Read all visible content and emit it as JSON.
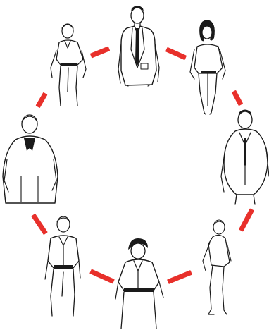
{
  "scene": {
    "subject": "circle-of-eight-sketched-figures",
    "background_color": "#ffffff",
    "ink_color": "#1a1a1a",
    "accent_color": "#e8302b",
    "figures": [
      {
        "key": "top",
        "icon": "man-in-suit-figure"
      },
      {
        "key": "top-right",
        "icon": "woman-in-blouse-figure"
      },
      {
        "key": "right",
        "icon": "heavy-man-in-vest-figure"
      },
      {
        "key": "bottom-right",
        "icon": "thin-man-side-view-figure"
      },
      {
        "key": "bottom",
        "icon": "woman-in-dress-figure"
      },
      {
        "key": "bottom-left",
        "icon": "man-in-shirt-figure"
      },
      {
        "key": "left",
        "icon": "heavy-woman-figure"
      },
      {
        "key": "top-left",
        "icon": "thin-man-in-polo-figure"
      }
    ],
    "connectors": {
      "count": 8,
      "style": "dash",
      "color": "#e8302b"
    }
  }
}
